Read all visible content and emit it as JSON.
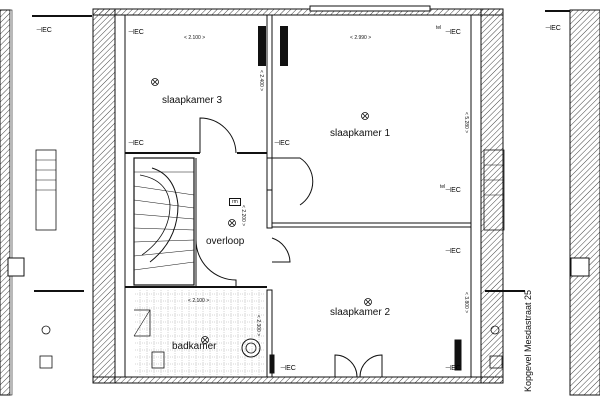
{
  "rooms": {
    "slaapkamer3": "slaapkamer 3",
    "slaapkamer1": "slaapkamer 1",
    "overloop": "overloop",
    "badkamer": "badkamer",
    "slaapkamer2": "slaapkamer 2"
  },
  "dimensions": {
    "top_left": "2.100",
    "top_right": "2.990",
    "left_height": "2.400",
    "right_height": "5.280",
    "overloop_height": "2.200",
    "bath_width": "2.100",
    "bath_height": "2.300",
    "bedroom2_height": "3.800"
  },
  "side_label": "Kopgevel Mesdastraat 25",
  "markers": {
    "rm": "rm",
    "tel": "tel"
  },
  "colors": {
    "line": "#111111",
    "hatch": "#555555",
    "background": "#ffffff"
  }
}
